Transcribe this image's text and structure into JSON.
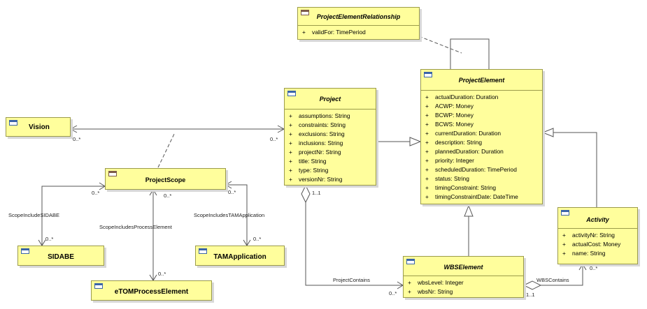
{
  "classes": {
    "project_element_relationship": {
      "name": "ProjectElementRelationship",
      "attributes": [
        {
          "vis": "+",
          "text": "validFor: TimePeriod"
        }
      ]
    },
    "project_element": {
      "name": "ProjectElement",
      "attributes": [
        {
          "vis": "+",
          "text": "actualDuration: Duration"
        },
        {
          "vis": "+",
          "text": "ACWP: Money"
        },
        {
          "vis": "+",
          "text": "BCWP: Money"
        },
        {
          "vis": "+",
          "text": "BCWS: Money"
        },
        {
          "vis": "+",
          "text": "currentDuration: Duration"
        },
        {
          "vis": "+",
          "text": "description: String"
        },
        {
          "vis": "+",
          "text": "plannedDuration: Duration"
        },
        {
          "vis": "+",
          "text": "priority: Integer"
        },
        {
          "vis": "+",
          "text": "scheduledDuration: TimePeriod"
        },
        {
          "vis": "+",
          "text": "status: String"
        },
        {
          "vis": "+",
          "text": "timingConstraint: String"
        },
        {
          "vis": "+",
          "text": "timingConstraintDate: DateTime"
        }
      ]
    },
    "project": {
      "name": "Project",
      "attributes": [
        {
          "vis": "+",
          "text": "assumptions: String"
        },
        {
          "vis": "+",
          "text": "constraints: String"
        },
        {
          "vis": "+",
          "text": "exclusions: String"
        },
        {
          "vis": "+",
          "text": "inclusions: String"
        },
        {
          "vis": "+",
          "text": "projectNr: String"
        },
        {
          "vis": "+",
          "text": "title: String"
        },
        {
          "vis": "+",
          "text": "type: String"
        },
        {
          "vis": "+",
          "text": "versionNr: String"
        }
      ]
    },
    "vision": {
      "name": "Vision"
    },
    "project_scope": {
      "name": "ProjectScope"
    },
    "sidabe": {
      "name": "SIDABE"
    },
    "tam_application": {
      "name": "TAMApplication"
    },
    "etom_process_element": {
      "name": "eTOMProcessElement"
    },
    "wbs_element": {
      "name": "WBSElement",
      "attributes": [
        {
          "vis": "+",
          "text": "wbsLevel: Integer"
        },
        {
          "vis": "+",
          "text": "wbsNr: String"
        }
      ]
    },
    "activity": {
      "name": "Activity",
      "attributes": [
        {
          "vis": "+",
          "text": "activityNr: String"
        },
        {
          "vis": "+",
          "text": "actualCost: Money"
        },
        {
          "vis": "+",
          "text": "name: String"
        }
      ]
    }
  },
  "associations": {
    "scope_include_sidabe": "ScopeIncludeSIDABE",
    "scope_includes_process_element": "ScopeIncludesProcessElement",
    "scope_includes_tam_application": "ScopeIncludesTAMApplication",
    "project_contains": "ProjectContains",
    "wbs_contains": "WBSContains"
  },
  "multiplicities": {
    "vision_end": "0..*",
    "project_vision_end": "0..*",
    "scope_sidabe_top": "0..*",
    "sidabe_end": "0..*",
    "scope_process_top": "0..*",
    "process_end": "0..*",
    "scope_tam_top": "0..*",
    "tam_end": "0..*",
    "project_contains_top": "1..1",
    "project_contains_bottom": "0..*",
    "wbs_contains_left": "1..1",
    "activity_end": "0..*"
  }
}
